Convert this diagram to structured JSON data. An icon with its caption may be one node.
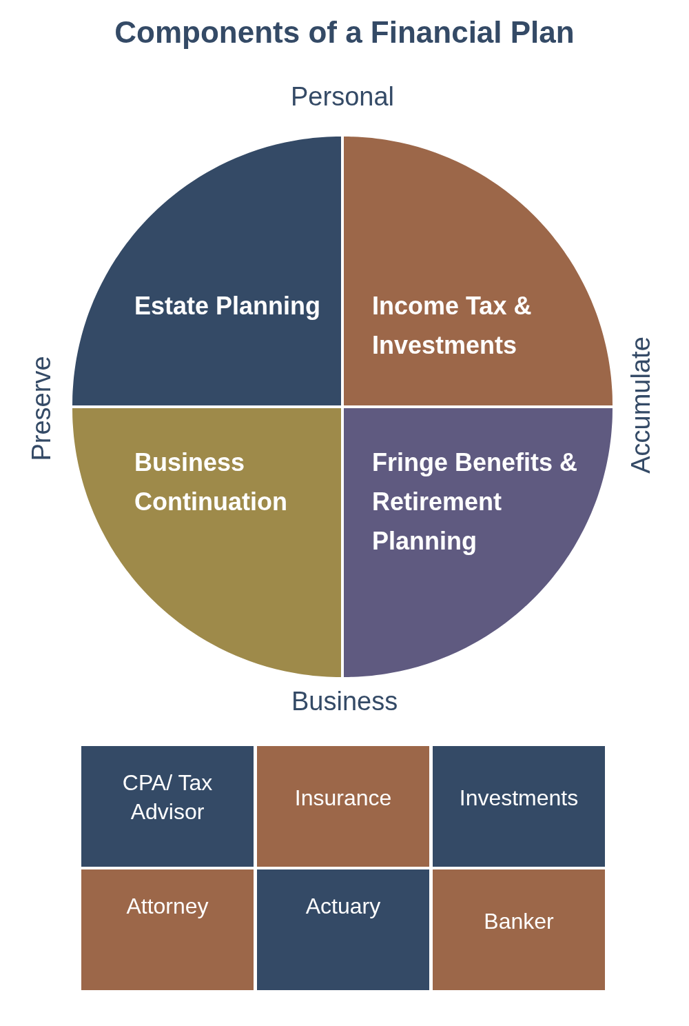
{
  "diagram": {
    "title": "Components of a Financial Plan",
    "nodes": [
      {
        "text": [
          "Estate Planning"
        ]
      },
      {
        "text": [
          "Income Tax & Investments"
        ]
      },
      {
        "text": [
          "Business Continuation"
        ]
      },
      {
        "text": [
          "Fringe Benefits & Retirement Planning"
        ]
      },
      {
        "text": [
          "CPA/ Tax Advisor"
        ]
      },
      {
        "text": [
          "Insurance"
        ]
      },
      {
        "text": [
          "Investments"
        ]
      },
      {
        "text": [
          "Attorney"
        ]
      },
      {
        "text": [
          "Actuary"
        ]
      },
      {
        "text": [
          "Banker"
        ]
      }
    ],
    "labels": [
      "Personal",
      "Preserve",
      "Accumulate",
      "Business"
    ]
  }
}
